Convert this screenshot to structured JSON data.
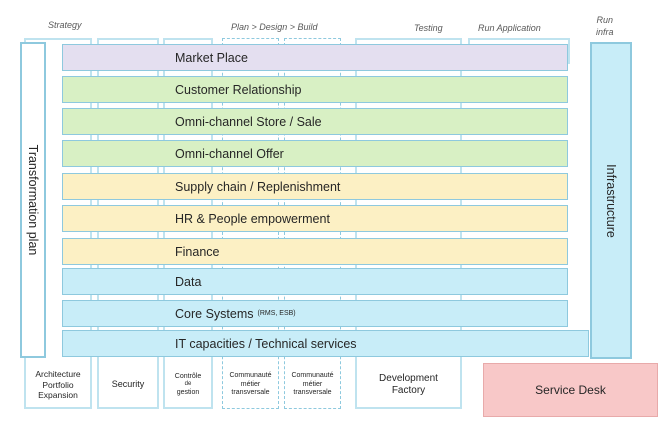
{
  "headers": {
    "strategy": "Strategy",
    "plan_design_build": "Plan > Design > Build",
    "testing": "Testing",
    "run_application": "Run Application",
    "run_infra_line1": "Run",
    "run_infra_line2": "infra"
  },
  "side": {
    "transformation_plan": "Transformation plan",
    "infrastructure": "Infrastructure"
  },
  "bands": [
    {
      "label": "Market Place",
      "color": "#e4dff0"
    },
    {
      "label": "Customer Relationship",
      "color": "#d8f0c4"
    },
    {
      "label": "Omni-channel Store / Sale",
      "color": "#d8f0c4"
    },
    {
      "label": "Omni-channel Offer",
      "color": "#d8f0c4"
    },
    {
      "label": "Supply chain / Replenishment",
      "color": "#fcf0c4"
    },
    {
      "label": "HR & People empowerment",
      "color": "#fcf0c4"
    },
    {
      "label": "Finance",
      "color": "#fcf0c4"
    },
    {
      "label": "Data",
      "color": "#c8edf8"
    },
    {
      "label": "Core Systems",
      "small": "(RMS, ESB)",
      "color": "#c8edf8"
    },
    {
      "label": "IT capacities / Technical services",
      "color": "#c8edf8"
    }
  ],
  "bottom": {
    "architecture": [
      "Architecture",
      "Portfolio",
      "Expansion"
    ],
    "security": "Security",
    "controle": [
      "Contrôle",
      "de",
      "gestion"
    ],
    "communaute_1": [
      "Communauté",
      "métier",
      "transversale"
    ],
    "communaute_2": [
      "Communauté",
      "métier",
      "transversale"
    ],
    "development": [
      "Development",
      "Factory"
    ],
    "service_desk": "Service Desk"
  },
  "colors": {
    "border": "#8ec9de",
    "light_border": "#bfe3ef",
    "infra_fill": "#c8edf8",
    "service_desk_fill": "#f8c8c8",
    "service_desk_border": "#e8aaaa"
  }
}
